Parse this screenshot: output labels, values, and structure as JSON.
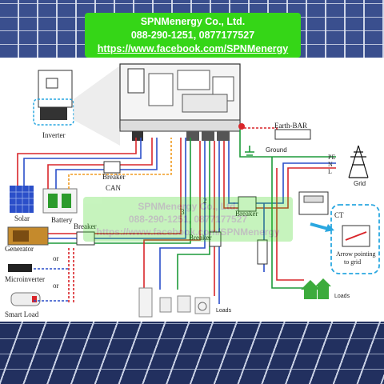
{
  "banner": {
    "company": "SPNMenergy Co., Ltd.",
    "phones": "088-290-1251, 0877177527",
    "url": "https://www.facebook.com/SPNMenergy"
  },
  "watermark": {
    "line1": "SPNMenergy Co., Ltd.",
    "line2": "088-290-1251, 0877177527",
    "line3": "https://www.facebook.com/SPNMenergy"
  },
  "labels": {
    "inverter": "Inverter",
    "solar": "Solar",
    "battery": "Battery",
    "generator": "Generator",
    "microinverter": "Microinverter",
    "smart_load": "Smart Load",
    "or1": "or",
    "or2": "or",
    "breaker_top": "Breaker",
    "can": "CAN",
    "breaker_gen": "Breaker",
    "breaker_mid": "Breaker",
    "breaker_right": "Breaker",
    "earth_bar": "Earth-BAR",
    "ground": "Ground",
    "pe": "PE",
    "n": "N",
    "l": "L",
    "grid": "Grid",
    "ct": "CT",
    "arrow_note_1": "Arrow pointing",
    "arrow_note_2": "to grid",
    "loads_bottom": "Loads",
    "loads_right": "Loads",
    "num_2": "2",
    "num_3": "3"
  },
  "colors": {
    "red": "#d9262b",
    "blue": "#2b4fc9",
    "green": "#1d9a3a",
    "orange": "#f09a1f",
    "banner": "#35d617",
    "ct_highlight": "#2aa7e0"
  }
}
